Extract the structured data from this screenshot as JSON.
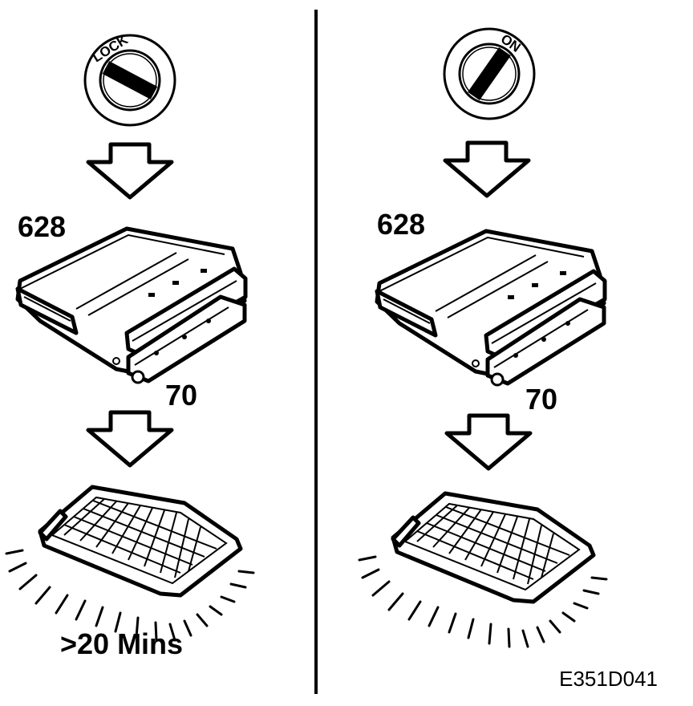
{
  "diagram": {
    "left_panel": {
      "switch_label": "LOCK",
      "control_unit_label": "628",
      "lamp_unit_label": "70",
      "caption": ">20 Mins"
    },
    "right_panel": {
      "switch_label": "ON",
      "control_unit_label": "628",
      "lamp_unit_label": "70"
    },
    "figure_code": "E351D041"
  },
  "colors": {
    "ink": "#000000",
    "paper": "#ffffff"
  }
}
